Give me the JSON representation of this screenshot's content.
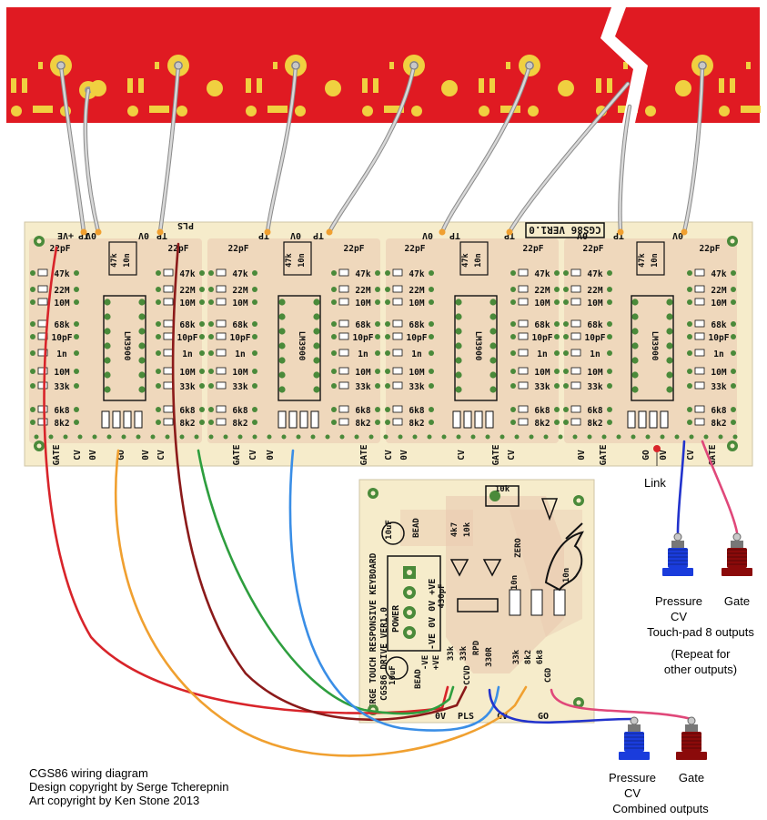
{
  "captions": {
    "link": "Link",
    "touchpad_pressure": "Pressure",
    "touchpad_cv": "CV",
    "touchpad_gate": "Gate",
    "touchpad_note": "Touch-pad 8 outputs",
    "repeat_note_1": "(Repeat for",
    "repeat_note_2": "other outputs)",
    "combined_pressure": "Pressure",
    "combined_cv": "CV",
    "combined_gate": "Gate",
    "combined_note": "Combined outputs"
  },
  "credits": {
    "line1": "CGS86 wiring diagram",
    "line2": "Design copyright by Serge Tcherepnin",
    "line3": "Art copyright by Ken Stone 2013"
  },
  "main_board": {
    "version_label": "CGS86 VER1.0",
    "ic_label": "LM3900",
    "top_labels": [
      "+VE",
      "0V",
      "TP",
      "0V",
      "TP",
      "TP",
      "0V",
      "TP",
      "0V",
      "TP",
      "TP",
      "0V",
      "TP",
      "0V"
    ],
    "pls_label": "PLS",
    "cap_22pf": "22pF",
    "bottom_labels": [
      "GATE",
      "CV",
      "0V",
      "GO",
      "0V",
      "CV",
      "GATE",
      "CV",
      "0V",
      "GATE",
      "CV",
      "0V",
      "CV",
      "GATE",
      "CV",
      "0V",
      "GATE",
      "GO",
      "0V",
      "CV",
      "GATE"
    ],
    "component_values": [
      "47k",
      "10n",
      "22M",
      "10M",
      "68k",
      "10pF",
      "1n",
      "33k",
      "6k8",
      "8k2"
    ]
  },
  "drive_board": {
    "title_line1": "SERGE TOUCH RESPONSIVE KEYBOARD",
    "title_line2": "CGS86 DRIVE VER1.0",
    "power_label": "POWER",
    "power_pins": "-VE 0V 0V +VE",
    "values": [
      "10uF",
      "BEAD",
      "4k7",
      "10k",
      "10k",
      "ZERO",
      "430pF",
      "10n",
      "10n",
      "33k",
      "33k",
      "RPD",
      "330R",
      "33k",
      "8k2",
      "6k8",
      "10uF",
      "BEAD",
      "-VE",
      "+VE",
      "CCVD",
      "CGD"
    ],
    "bottom_labels": [
      "0V",
      "PLS",
      "CV",
      "GO"
    ]
  },
  "colors": {
    "panel_red": "#e01a22",
    "pcb_cream": "#f6eccb",
    "pcb_trace": "#e9c9b0",
    "pad_yellow": "#f0d040",
    "wire_red": "#d8242a",
    "wire_maroon": "#8b1a1a",
    "wire_orange": "#f0a030",
    "wire_green": "#2e9e3e",
    "wire_blue": "#3a8ee6",
    "wire_darkblue": "#2233cc",
    "wire_pink": "#e0487a",
    "jack_blue": "#1a3cdc",
    "jack_red": "#8b0a0a"
  }
}
